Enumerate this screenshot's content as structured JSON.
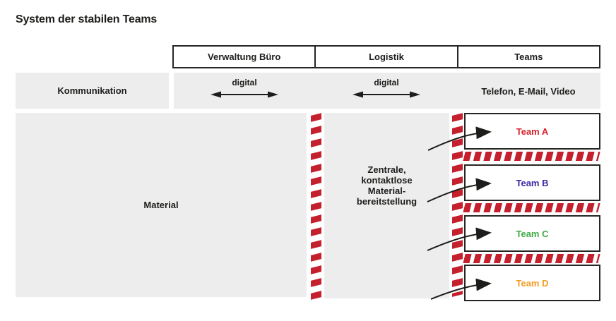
{
  "title": "System der stabilen Teams",
  "header": {
    "columns": [
      {
        "id": "verwaltung",
        "label": "Verwaltung Büro"
      },
      {
        "id": "logistik",
        "label": "Logistik"
      },
      {
        "id": "teams",
        "label": "Teams"
      }
    ]
  },
  "communication": {
    "row_label": "Kommunikation",
    "verwaltung_channel": "digital",
    "logistik_channel": "digital",
    "teams_channel": "Telefon, E-Mail, Video"
  },
  "material": {
    "label": "Material"
  },
  "central_supply_note": {
    "lines": [
      "Zentrale,",
      "kontaktlose",
      "Material-",
      "bereitstellung"
    ]
  },
  "teams": [
    {
      "label": "Team A",
      "color": "#d6212b"
    },
    {
      "label": "Team B",
      "color": "#3a28a5"
    },
    {
      "label": "Team C",
      "color": "#3faa45"
    },
    {
      "label": "Team D",
      "color": "#f59b23"
    }
  ],
  "colors": {
    "barrier_red": "#c5202d",
    "panel_gray": "#ededed",
    "ink": "#1d1d1b"
  }
}
